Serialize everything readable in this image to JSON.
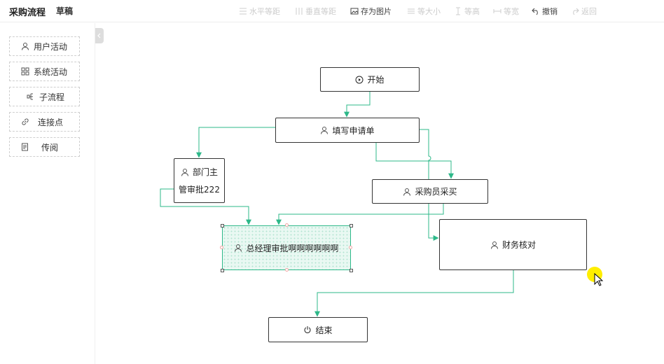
{
  "header": {
    "title": "采购流程",
    "status": "草稿"
  },
  "toolbar": [
    {
      "label": "水平等距",
      "icon": "align-horizontal-icon",
      "enabled": false
    },
    {
      "label": "垂直等距",
      "icon": "align-vertical-icon",
      "enabled": false
    },
    {
      "label": "存为图片",
      "icon": "image-icon",
      "enabled": true
    },
    {
      "label": "等大小",
      "icon": "same-size-icon",
      "enabled": false
    },
    {
      "label": "等高",
      "icon": "same-height-icon",
      "enabled": false
    },
    {
      "label": "等宽",
      "icon": "same-width-icon",
      "enabled": false
    },
    {
      "label": "撤销",
      "icon": "undo-icon",
      "enabled": true
    },
    {
      "label": "返回",
      "icon": "redo-icon",
      "enabled": false
    }
  ],
  "palette": [
    {
      "label": "用户活动",
      "icon": "user-icon"
    },
    {
      "label": "系统活动",
      "icon": "grid-icon"
    },
    {
      "label": "子流程",
      "icon": "subflow-icon"
    },
    {
      "label": "连接点",
      "icon": "link-icon"
    },
    {
      "label": "传阅",
      "icon": "doc-icon"
    }
  ],
  "nodes": {
    "start": {
      "label": "开始",
      "icon": "play-circle-icon"
    },
    "fill_form": {
      "label": "填写申请单",
      "icon": "user-icon"
    },
    "dept_head": {
      "label_line1": "部门主",
      "label_line2": "管审批222",
      "icon": "user-icon"
    },
    "purchaser": {
      "label": "采购员采买",
      "icon": "user-icon"
    },
    "gm_approval": {
      "label": "总经理审批啊啊啊啊啊啊",
      "icon": "user-icon",
      "selected": true
    },
    "finance": {
      "label": "财务核对",
      "icon": "user-icon"
    },
    "end": {
      "label": "结束",
      "icon": "power-icon"
    }
  },
  "colors": {
    "edge": "#2db889",
    "selected_fill": "#e9f8f2",
    "node_border": "#333333",
    "cursor_highlight": "#ffee00"
  }
}
